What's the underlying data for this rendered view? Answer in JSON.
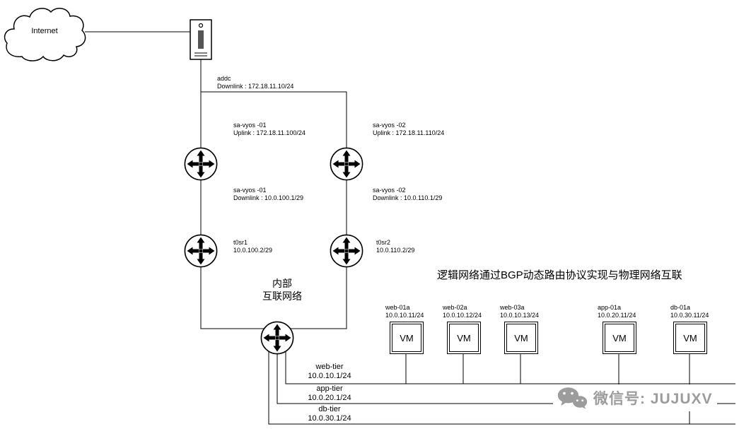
{
  "cloud": {
    "label": "Internet"
  },
  "server_label": {
    "line1": "addc",
    "line2": "Downlink : 172.18.11.10/24"
  },
  "router_labels": {
    "vyos1_up": {
      "line1": "sa-vyos -01",
      "line2": "Uplink : 172.18.11.100/24"
    },
    "vyos2_up": {
      "line1": "sa-vyos -02",
      "line2": "Uplink : 172.18.11.110/24"
    },
    "vyos1_down": {
      "line1": "sa-vyos -01",
      "line2": "Downlink : 10.0.100.1/29"
    },
    "vyos2_down": {
      "line1": "sa-vyos -02",
      "line2": "Downlink : 10.0.110.1/29"
    },
    "t0sr1": {
      "line1": "t0sr1",
      "line2": "10.0.100.2/29"
    },
    "t0sr2": {
      "line1": "t0sr2",
      "line2": "10.0.110.2/29"
    }
  },
  "internal_network": {
    "line1": "内部",
    "line2": "互联网络"
  },
  "annotation": "逻辑网络通过BGP动态路由协议实现与物理网络互联",
  "vms": [
    {
      "name": "web-01a",
      "ip": "10.0.10.11/24",
      "box": "VM"
    },
    {
      "name": "web-02a",
      "ip": "10.0.10.12/24",
      "box": "VM"
    },
    {
      "name": "web-03a",
      "ip": "10.0.10.13/24",
      "box": "VM"
    },
    {
      "name": "app-01a",
      "ip": "10.0.20.11/24",
      "box": "VM"
    },
    {
      "name": "db-01a",
      "ip": "10.0.30.11/24",
      "box": "VM"
    }
  ],
  "tiers": [
    {
      "name": "web-tier",
      "ip": "10.0.10.1/24"
    },
    {
      "name": "app-tier",
      "ip": "10.0.20.1/24"
    },
    {
      "name": "db-tier",
      "ip": "10.0.30.1/24"
    }
  ],
  "watermark": {
    "text": "微信号: JUJUXV"
  },
  "colors": {
    "line": "#000000",
    "watermark_gray": "#9c9c9c"
  }
}
